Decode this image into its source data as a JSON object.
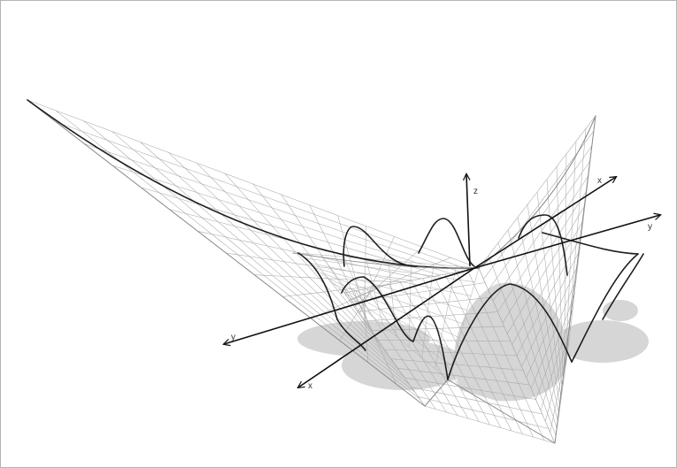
{
  "diagram": {
    "axis_labels": {
      "z": "z",
      "x_upper": "x",
      "y_right": "y",
      "y_left": "y",
      "x_lower": "x"
    },
    "colors": {
      "background": "#ffffff",
      "frame": "#b5b5b5",
      "shadow": "#d6d6d6",
      "mesh": "#a9a9a9",
      "edge_light": "#8a8a8a",
      "edge_dark": "#1e1e1e",
      "axis": "#111111"
    }
  }
}
